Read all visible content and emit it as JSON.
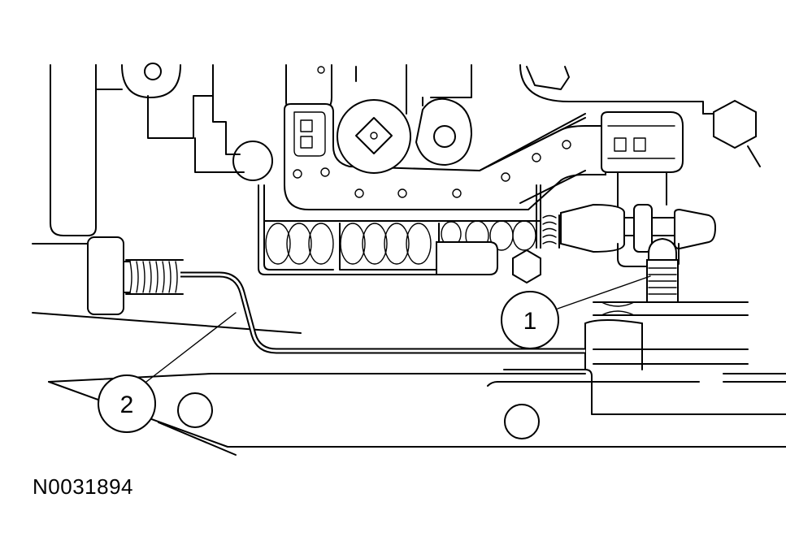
{
  "figure": {
    "id_label": "N0031894"
  },
  "callouts": [
    {
      "number": "1"
    },
    {
      "number": "2"
    }
  ],
  "colors": {
    "line": "#000000",
    "background": "#ffffff"
  }
}
